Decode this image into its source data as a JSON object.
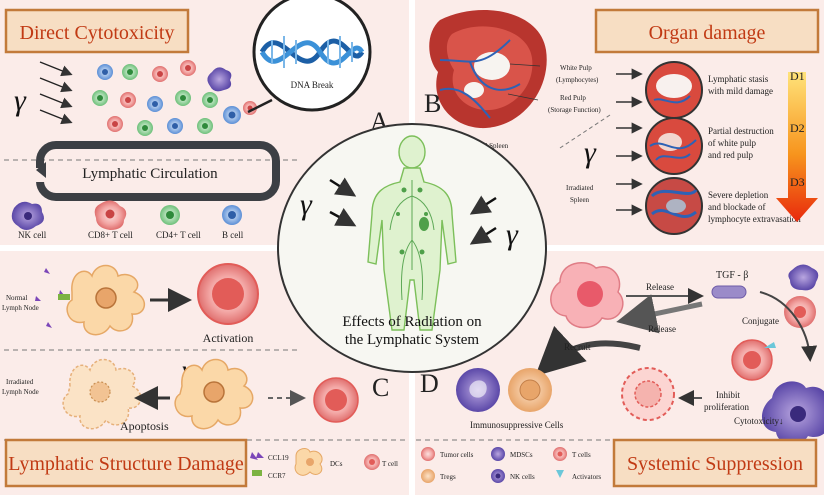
{
  "center": {
    "title_line1": "Effects of Radiation on",
    "title_line2": "the Lymphatic System"
  },
  "gamma": "γ",
  "panel_a": {
    "banner": "Direct Cytotoxicity",
    "letter": "A",
    "dna_break": "DNA Break",
    "circulation": "Lymphatic Circulation",
    "cells": [
      "NK cell",
      "CD8+ T cell",
      "CD4+ T cell",
      "B cell"
    ]
  },
  "panel_b": {
    "banner": "Organ damage",
    "letter": "B",
    "white_pulp": "White Pulp",
    "white_pulp_sub": "(Lymphocytes)",
    "red_pulp": "Red Pulp",
    "red_pulp_sub": "(Storage Function)",
    "normal_spleen": "Normal Spleen",
    "irradiated_spleen_1": "Irradiated",
    "irradiated_spleen_2": "Spleen",
    "stages": [
      {
        "dose": "D1",
        "l1": "Lymphatic stasis",
        "l2": "with mild damage",
        "l3": ""
      },
      {
        "dose": "D2",
        "l1": "Partial destruction",
        "l2": "of white pulp",
        "l3": "and red pulp"
      },
      {
        "dose": "D3",
        "l1": "Severe depletion",
        "l2": "and blockade of",
        "l3": "lymphocyte extravasation"
      }
    ]
  },
  "panel_c": {
    "banner": "Lymphatic Structure Damage",
    "letter": "C",
    "normal_node_1": "Normal",
    "normal_node_2": "Lymph Node",
    "activation": "Activation",
    "irradiated_node_1": "Irradiated",
    "irradiated_node_2": "Lymph Node",
    "apoptosis": "Apoptosis",
    "legend": [
      "CCL19",
      "CCR7",
      "DCs",
      "T cell"
    ]
  },
  "panel_d": {
    "banner": "Systemic Suppression",
    "letter": "D",
    "tgf": "TGF - β",
    "release1": "Release",
    "release2": "Release",
    "recruit": "Recruit",
    "conjugate": "Conjugate",
    "inhibit_1": "Inhibit",
    "inhibit_2": "proliferation",
    "cytotoxicity": "Cytotoxicity↓",
    "immuno": "Immunosuppressive Cells",
    "legend": [
      "Tumor cells",
      "MDSCs",
      "T cells",
      "Tregs",
      "NK cells",
      "Activators"
    ]
  },
  "colors": {
    "banner_fill": "#f7dec3",
    "banner_text": "#c13a14",
    "bg_pink": "#fbe9e6"
  }
}
